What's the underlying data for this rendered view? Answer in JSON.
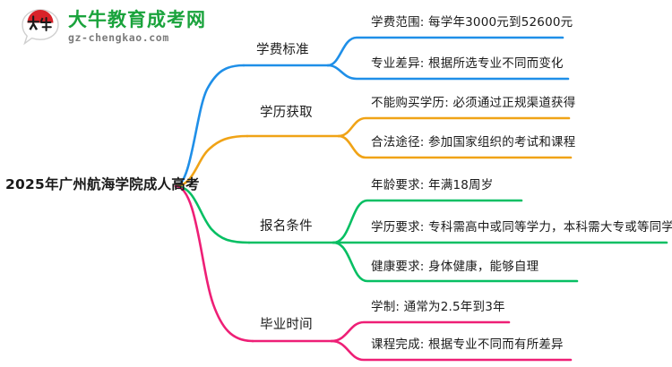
{
  "logo": {
    "icon_name": "daniu-bull-logo-icon",
    "title": "大牛教育成考网",
    "domain": "gz-chengkao.com",
    "title_color": "#1aa33c",
    "domain_color": "#7b7b7b",
    "mark_color": "#d8232a"
  },
  "mindmap": {
    "root": "2025年广州航海学院成人高考",
    "branches": [
      {
        "label": "学费标准",
        "color": "#1f8fe8",
        "children": [
          "学费范围: 每学年3000元到52600元",
          "专业差异: 根据所选专业不同而变化"
        ]
      },
      {
        "label": "学历获取",
        "color": "#f0a316",
        "children": [
          "不能购买学历: 必须通过正规渠道获得",
          "合法途径: 参加国家组织的考试和课程"
        ]
      },
      {
        "label": "报名条件",
        "color": "#07bf63",
        "children": [
          "年龄要求: 年满18周岁",
          "学历要求: 专科需高中或同等学力，本科需大专或等同学历",
          "健康要求: 身体健康，能够自理"
        ]
      },
      {
        "label": "毕业时间",
        "color": "#ee1f76",
        "children": [
          "学制: 通常为2.5年到3年",
          "课程完成: 根据专业不同而有所差异"
        ]
      }
    ]
  }
}
